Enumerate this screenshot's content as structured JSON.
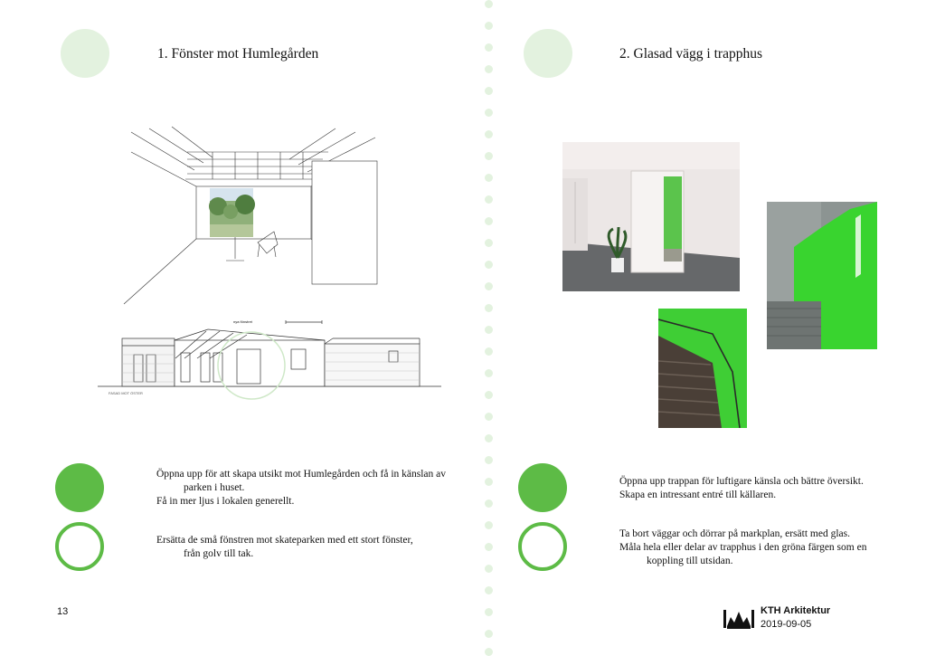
{
  "left_page": {
    "title": "1. Fönster mot Humlegården",
    "drawing": {
      "elevation_caption": "FASAD MOT ÖSTER",
      "elevation_label": "nya fönstret"
    },
    "point_1": {
      "line1": "Öppna upp för att skapa utsikt mot Humlegården och få in känslan av",
      "line2": "parken i huset.",
      "line3": "Få in mer ljus i lokalen generellt."
    },
    "point_2": {
      "line1": "Ersätta de små fönstren mot skateparken med ett stort fönster,",
      "line2": "från golv till tak."
    },
    "page_number": "13"
  },
  "right_page": {
    "title": "2. Glasad vägg i trapphus",
    "point_1": {
      "line1": "Öppna upp trappan för luftigare känsla och bättre översikt.",
      "line2": "Skapa en intressant entré till källaren."
    },
    "point_2": {
      "line1": "Ta bort väggar och dörrar på markplan, ersätt med glas.",
      "line2": "Måla hela eller delar av trapphus i den gröna färgen som en",
      "line3": "koppling till utsidan."
    },
    "footer": {
      "brand": "KTH Arkitektur",
      "date": "2019-09-05"
    }
  },
  "colors": {
    "accent_green": "#5dbb46",
    "light_green": "#e3f2df",
    "bright_green": "#39d42f"
  }
}
